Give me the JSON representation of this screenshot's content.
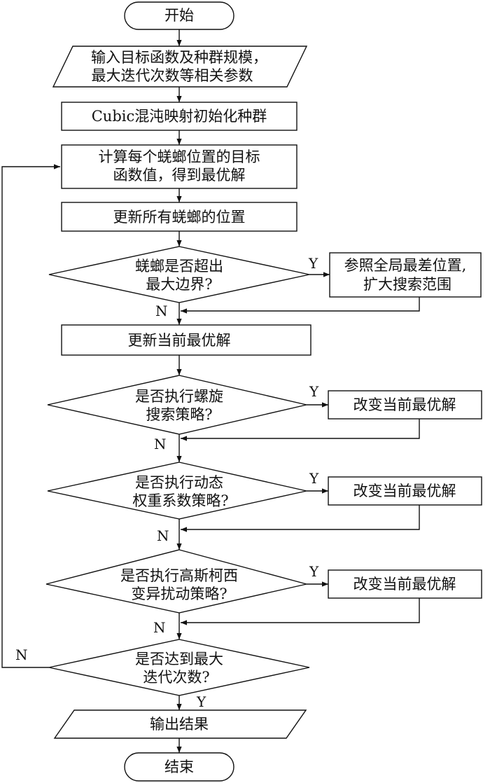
{
  "flowchart": {
    "start": "开始",
    "input": [
      "输入目标函数及种群规模，",
      "最大迭代次数等相关参数"
    ],
    "init": "Cubic混沌映射初始化种群",
    "compute": [
      "计算每个蜣螂位置的目标",
      "函数值，得到最优解"
    ],
    "update_positions": "更新所有蜣螂的位置",
    "boundary_check": [
      "蜣螂是否超出",
      "最大边界?"
    ],
    "boundary_action": [
      "参照全局最差位置,",
      "扩大搜索范围"
    ],
    "update_best": "更新当前最优解",
    "spiral_check": [
      "是否执行螺旋",
      "搜索策略?"
    ],
    "dynamic_check": [
      "是否执行动态",
      "权重系数策略?"
    ],
    "gauss_check": [
      "是否执行高斯柯西",
      "变异扰动策略?"
    ],
    "change_best": "改变当前最优解",
    "max_iter_check": [
      "是否达到最大",
      "迭代次数?"
    ],
    "output": "输出结果",
    "end": "结束",
    "yes": "Y",
    "no": "N"
  }
}
